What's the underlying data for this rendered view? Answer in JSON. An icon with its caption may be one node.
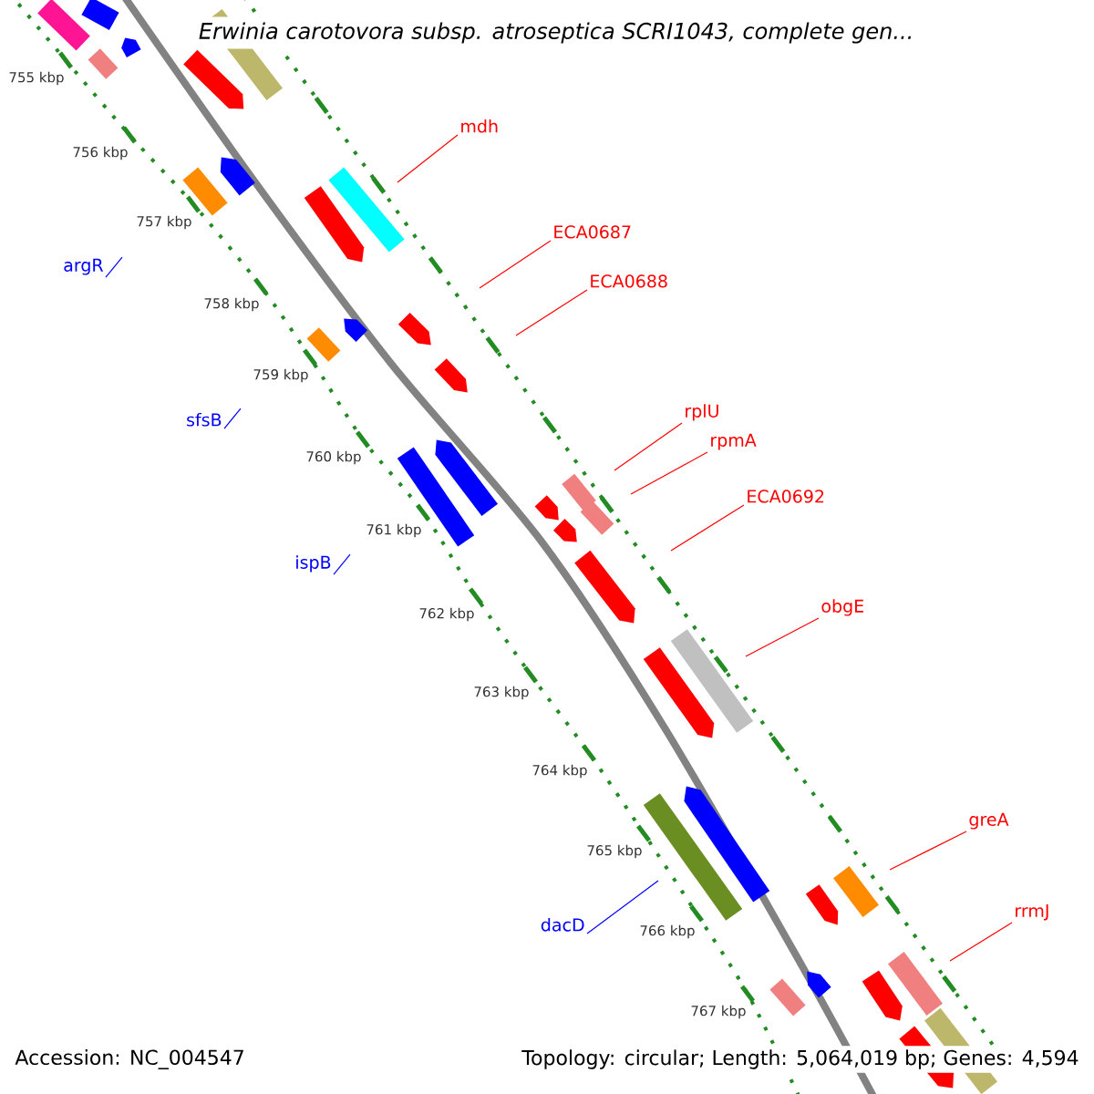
{
  "diagram": {
    "title": "Erwinia carotovora subsp. atroseptica SCRI1043, complete gen...",
    "nodes": [
      {
        "text": [
          "mdh"
        ]
      },
      {
        "text": [
          "ECA0687"
        ]
      },
      {
        "text": [
          "argR"
        ]
      },
      {
        "text": [
          "ECA0688"
        ]
      },
      {
        "text": [
          "rplU"
        ]
      },
      {
        "text": [
          "sfsB"
        ]
      },
      {
        "text": [
          "rpmA"
        ]
      },
      {
        "text": [
          "ECA0692"
        ]
      },
      {
        "text": [
          "ispB"
        ]
      },
      {
        "text": [
          "obgE"
        ]
      },
      {
        "text": [
          "greA"
        ]
      },
      {
        "text": [
          "rrmJ"
        ]
      },
      {
        "text": [
          "dacD"
        ]
      }
    ],
    "edges": [
      {
        "from": 0,
        "to": null,
        "arrow": "none"
      },
      {
        "from": 1,
        "to": null,
        "arrow": "none"
      },
      {
        "from": 2,
        "to": null,
        "arrow": "none",
        "color": "#0000ff"
      },
      {
        "from": 3,
        "to": null,
        "arrow": "none"
      },
      {
        "from": 4,
        "to": null,
        "arrow": "none"
      },
      {
        "from": 5,
        "to": null,
        "arrow": "none",
        "color": "#0000ff"
      },
      {
        "from": 6,
        "to": null,
        "arrow": "none"
      },
      {
        "from": 7,
        "to": null,
        "arrow": "none"
      },
      {
        "from": 8,
        "to": null,
        "arrow": "none",
        "color": "#0000ff"
      },
      {
        "from": 9,
        "to": null,
        "arrow": "none"
      },
      {
        "from": 10,
        "to": null,
        "arrow": "none"
      },
      {
        "from": 11,
        "to": null,
        "arrow": "none"
      },
      {
        "from": 12,
        "to": null,
        "arrow": "none",
        "color": "#0000ff"
      }
    ],
    "labels": [
      "755 kbp",
      "756 kbp",
      "757 kbp",
      "758 kbp",
      "759 kbp",
      "760 kbp",
      "761 kbp",
      "762 kbp",
      "763 kbp",
      "764 kbp",
      "765 kbp",
      "766 kbp",
      "767 kbp",
      "Accession: NC_004547",
      "Topology: circular; Length: 5,064,019 bp; Genes: 4,594"
    ]
  }
}
